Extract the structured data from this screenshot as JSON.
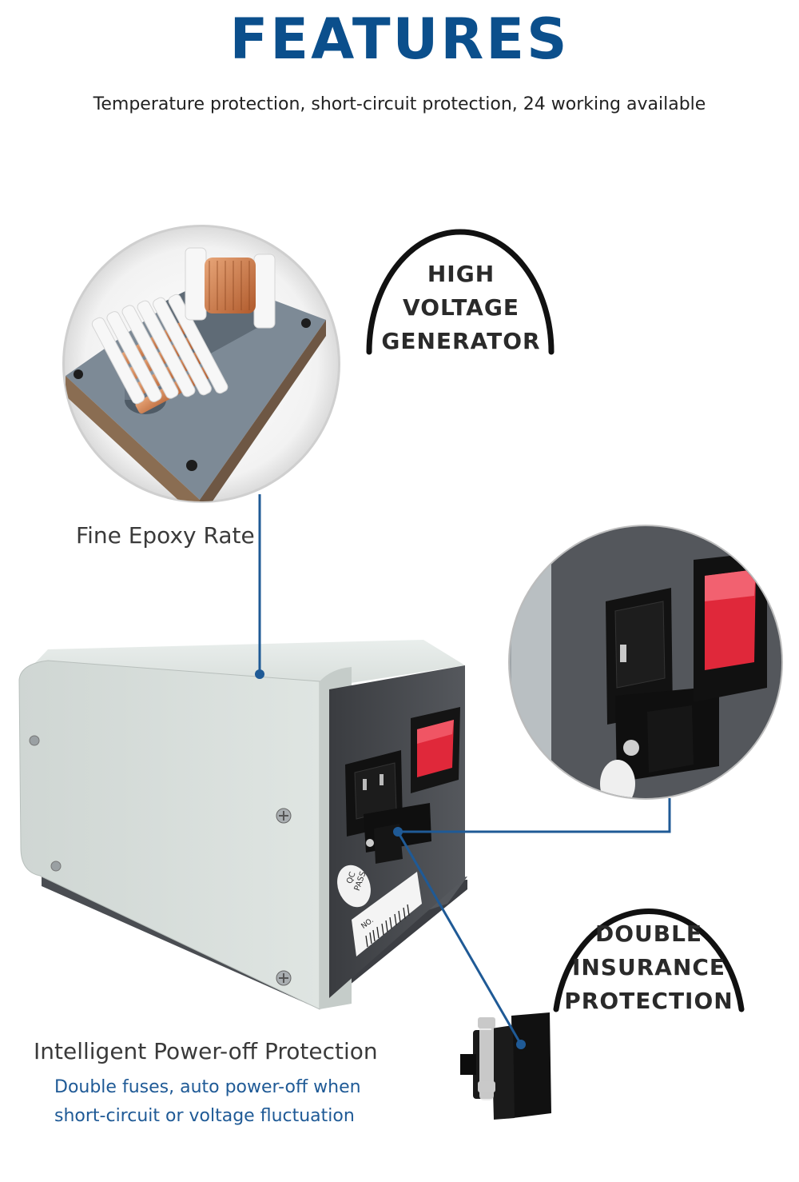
{
  "header": {
    "title": "FEATURES",
    "subtitle": "Temperature protection, short-circuit protection, 24 working available"
  },
  "badges": {
    "high_voltage": [
      "HIGH",
      "VOLTAGE",
      "GENERATOR"
    ],
    "double_insurance": [
      "DOUBLE",
      "INSURANCE",
      "PROTECTION"
    ]
  },
  "callouts": {
    "epoxy": "Fine Epoxy Rate",
    "poweroff_title": "Intelligent Power-off Protection",
    "poweroff_desc_1": "Double fuses, auto power-off when",
    "poweroff_desc_2": "short-circuit or voltage fluctuation"
  },
  "product_labels": {
    "qc": "QC",
    "pass": "PASS",
    "no": "NO."
  },
  "colors": {
    "accent": "#0b4f8c",
    "leader_line": "#1f5a96",
    "switch_red": "#e0283a"
  }
}
